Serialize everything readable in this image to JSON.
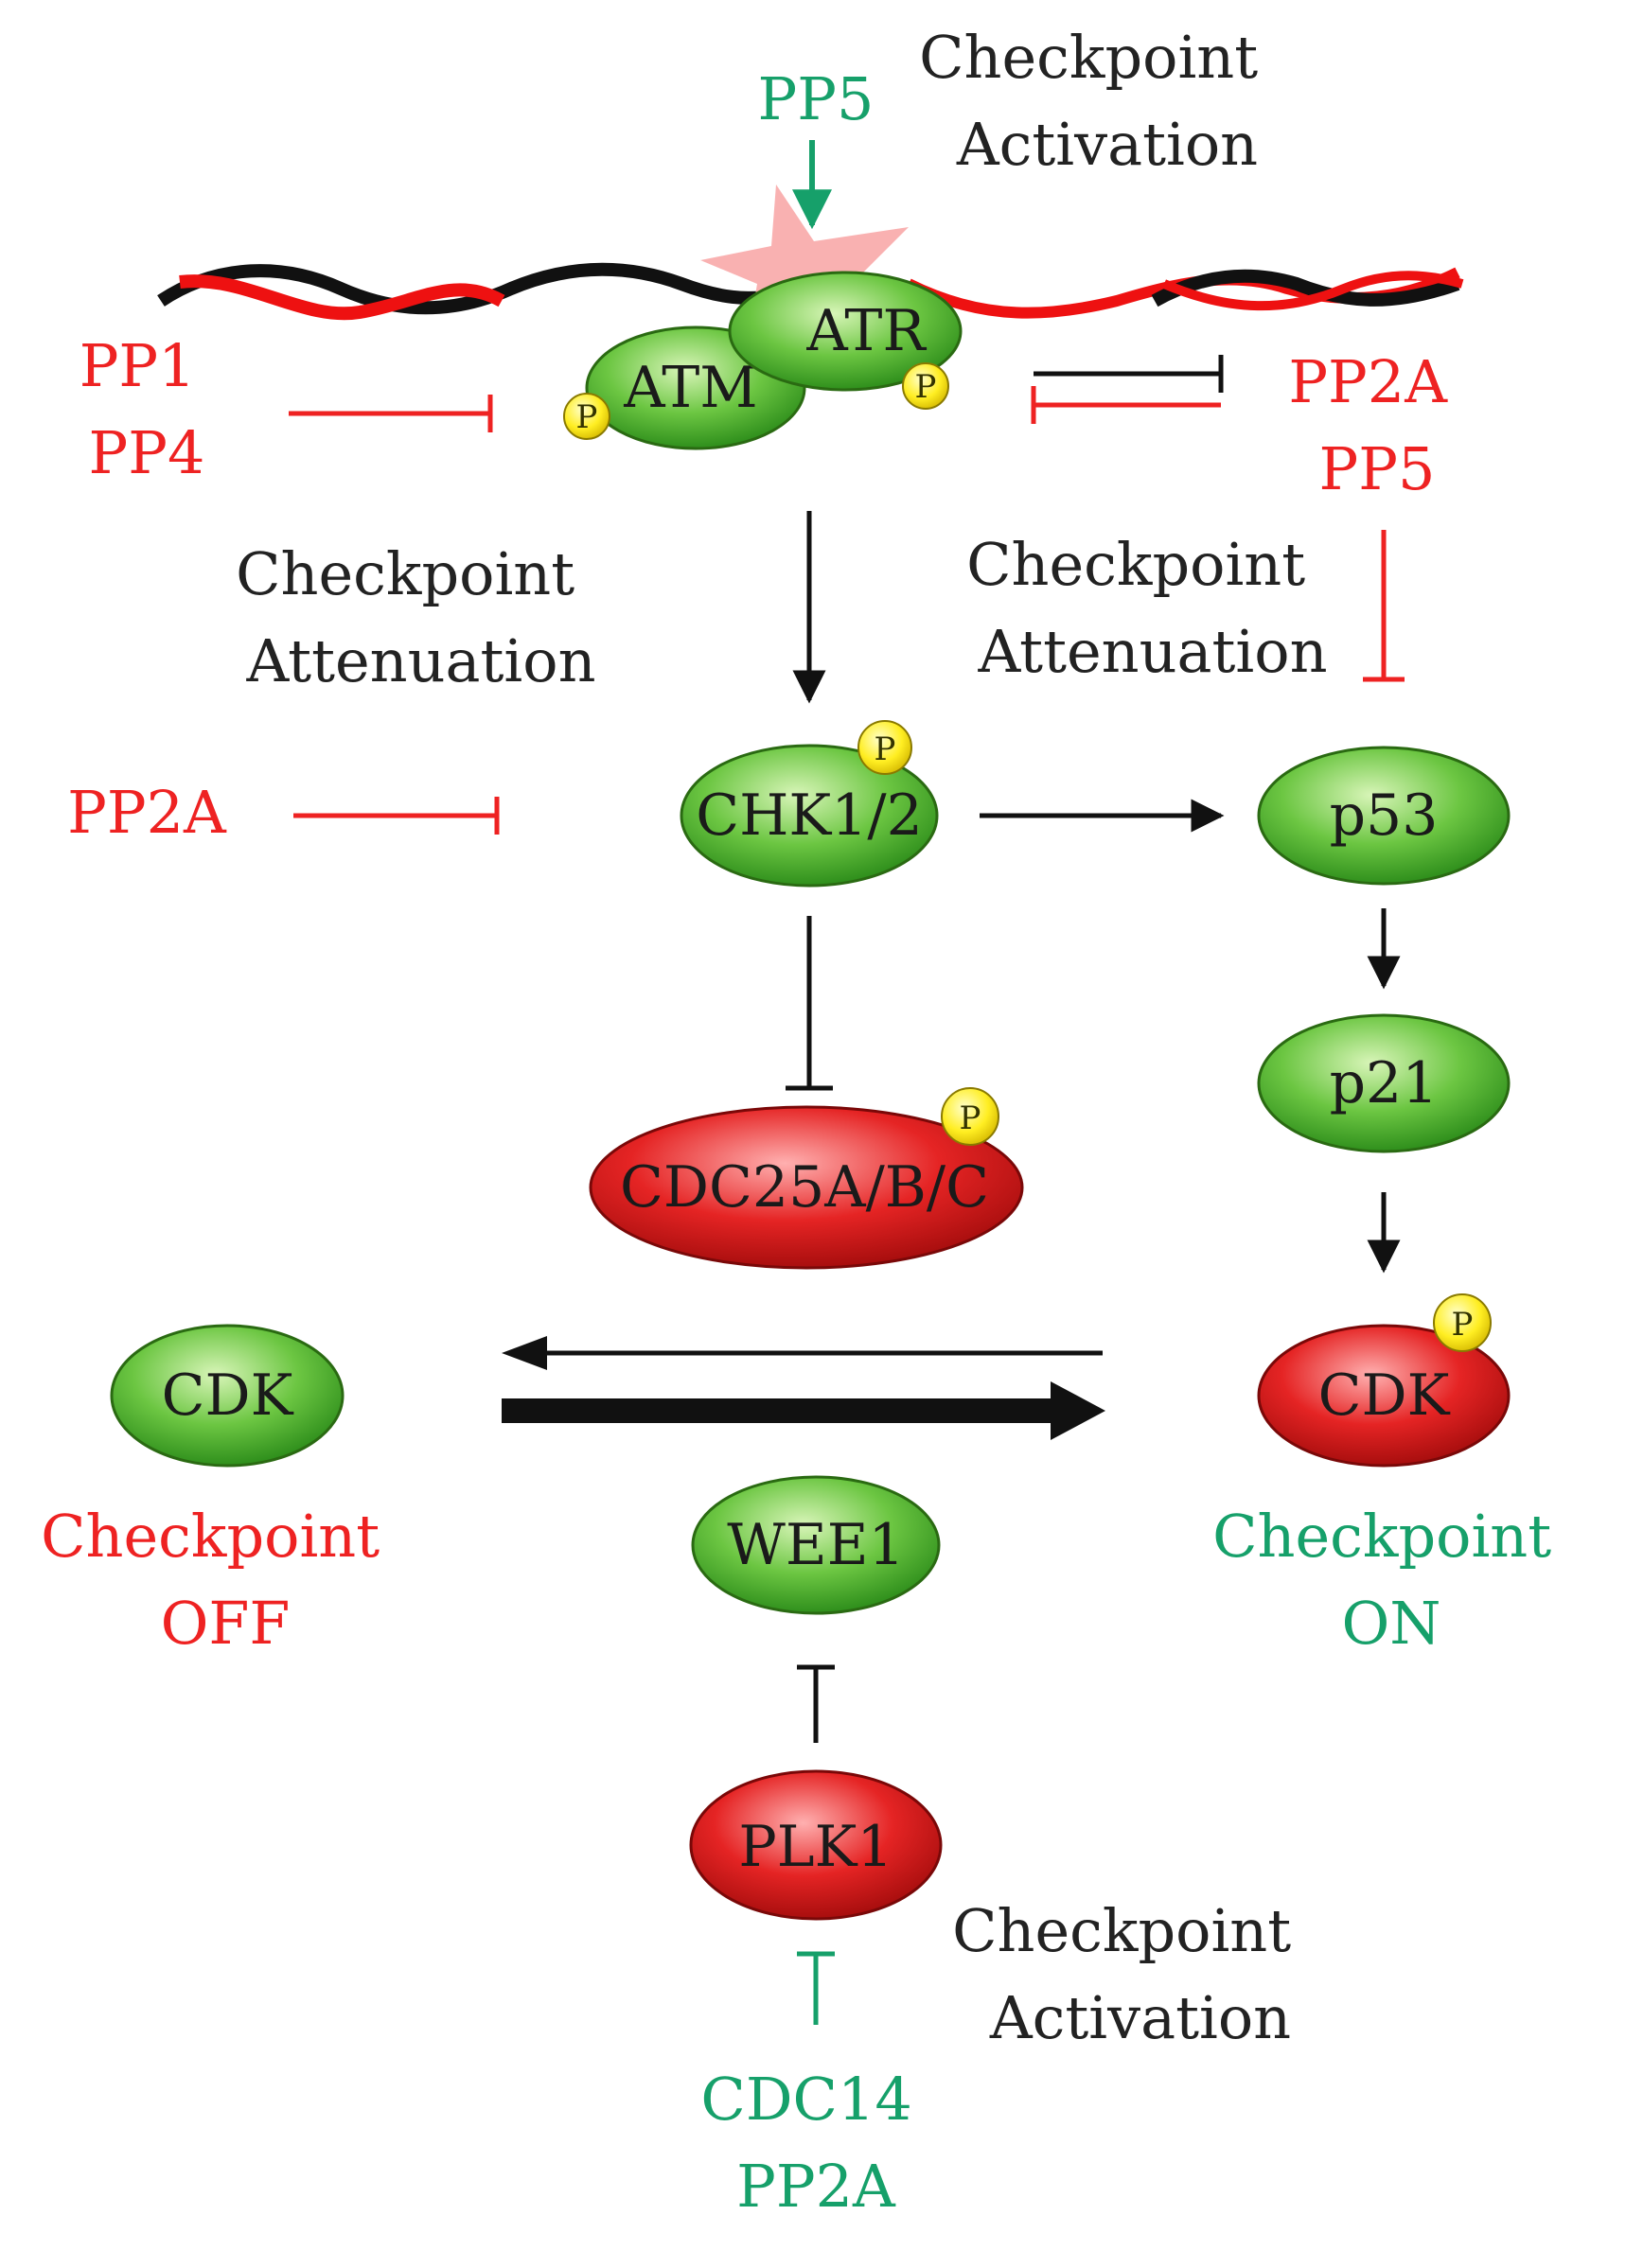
{
  "colors": {
    "red": "#ee2222",
    "green": "#16a06a",
    "dark": "#222222",
    "node_green": "#5fbf3a",
    "node_red": "#e02020",
    "phospho": "#ffee22",
    "dna_red": "#ee1111",
    "dna_black": "#111111",
    "damage_star": "#f8a8a8"
  },
  "top": {
    "checkpoint_activation": [
      "Checkpoint",
      "Activation"
    ],
    "pp5_activator": "PP5"
  },
  "nodes": {
    "atr": "ATR",
    "atm": "ATM",
    "chk": "CHK1/2",
    "p53": "p53",
    "p21": "p21",
    "cdc25": "CDC25A/B/C",
    "cdk_off": "CDK",
    "cdk_on": "CDK",
    "wee1": "WEE1",
    "plk1": "PLK1"
  },
  "phospho_label": "P",
  "regulators": {
    "left_top": [
      "PP1",
      "PP4"
    ],
    "right_top": [
      "PP2A",
      "PP5"
    ],
    "left_mid": "PP2A",
    "bottom": [
      "CDC14",
      "PP2A"
    ]
  },
  "labels": {
    "attenuation_left": [
      "Checkpoint",
      "Attenuation"
    ],
    "attenuation_right": [
      "Checkpoint",
      "Attenuation"
    ],
    "checkpoint_off": [
      "Checkpoint",
      "OFF"
    ],
    "checkpoint_on": [
      "Checkpoint",
      "ON"
    ],
    "activation_bottom": [
      "Checkpoint",
      "Activation"
    ]
  }
}
